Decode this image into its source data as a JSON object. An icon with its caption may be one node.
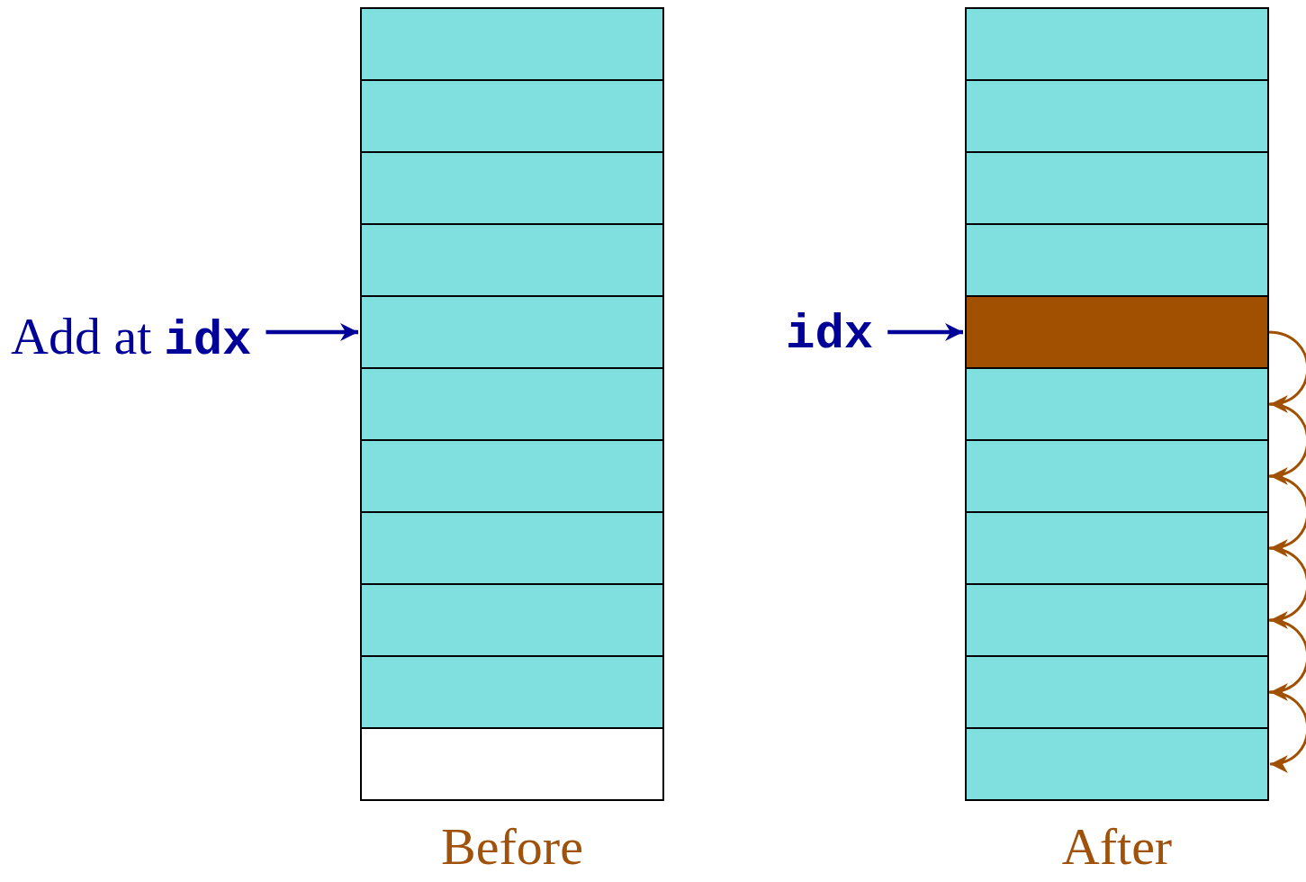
{
  "diagram": {
    "nodes": [
      {
        "text": [
          "Add at",
          "idx"
        ]
      },
      {
        "text": [],
        "shape": "box"
      },
      {
        "text": [],
        "shape": "box"
      },
      {
        "text": [],
        "shape": "box"
      },
      {
        "text": [],
        "shape": "box"
      },
      {
        "text": [],
        "shape": "box"
      },
      {
        "text": [],
        "shape": "box"
      },
      {
        "text": [],
        "shape": "box"
      },
      {
        "text": [],
        "shape": "box"
      },
      {
        "text": [],
        "shape": "box"
      },
      {
        "text": [],
        "shape": "box"
      },
      {
        "text": [],
        "shape": "box"
      },
      {
        "text": [
          "idx"
        ]
      },
      {
        "text": [],
        "shape": "box"
      },
      {
        "text": [],
        "shape": "box"
      },
      {
        "text": [],
        "shape": "box"
      },
      {
        "text": [],
        "shape": "box"
      },
      {
        "text": [],
        "shape": "box"
      },
      {
        "text": [],
        "shape": "box"
      },
      {
        "text": [],
        "shape": "box"
      },
      {
        "text": [],
        "shape": "box"
      },
      {
        "text": [],
        "shape": "box"
      },
      {
        "text": [],
        "shape": "box"
      },
      {
        "text": [],
        "shape": "box"
      }
    ],
    "edges": [
      {
        "from": 0,
        "to": 5,
        "arrow": "to",
        "color": "#000099"
      },
      {
        "from": 12,
        "to": 17,
        "arrow": "to",
        "color": "#000099"
      },
      {
        "from": 17,
        "to": 18,
        "arrow": "to"
      },
      {
        "from": 18,
        "to": 19,
        "arrow": "to"
      },
      {
        "from": 19,
        "to": 20,
        "arrow": "to"
      },
      {
        "from": 20,
        "to": 21,
        "arrow": "to"
      },
      {
        "from": 21,
        "to": 22,
        "arrow": "to"
      },
      {
        "from": 22,
        "to": 23,
        "arrow": "to"
      }
    ],
    "labels": [
      "Before",
      "After"
    ]
  }
}
